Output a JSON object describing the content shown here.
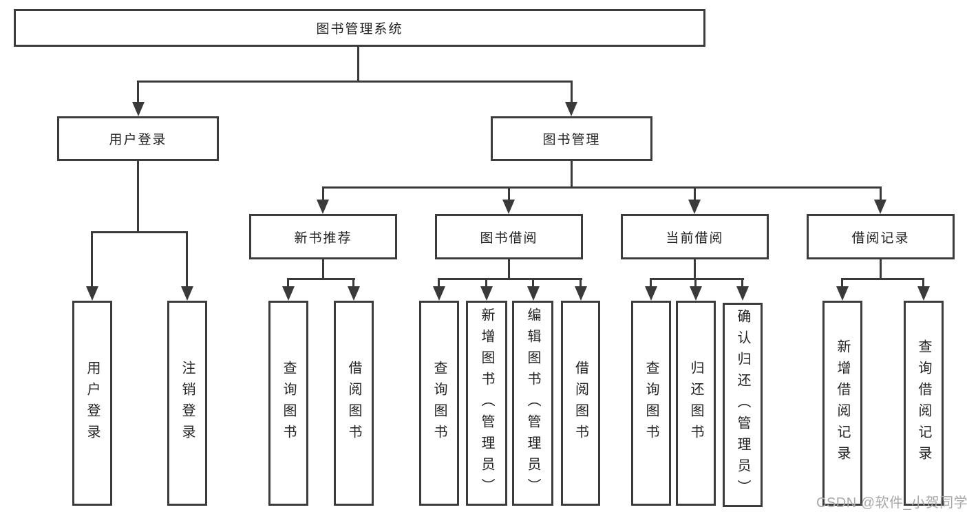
{
  "diagram_title": "图书管理系统",
  "nodes": {
    "root": "图书管理系统",
    "userLogin": "用户登录",
    "bookManagement": "图书管理",
    "newBookRecommend": "新书推荐",
    "bookBorrow": "图书借阅",
    "currentBorrow": "当前借阅",
    "borrowRecords": "借阅记录",
    "leafUserLogin": "用户登录",
    "leafLogout": "注销登录",
    "leafQueryBooks1": "查询图书",
    "leafBorrowBooks1": "借阅图书",
    "leafQueryBooks2": "查询图书",
    "leafAddBooksAdmin": "新增图书（管理员）",
    "leafEditBooksAdmin": "编辑图书（管理员）",
    "leafBorrowBooks2": "借阅图书",
    "leafQueryBooks3": "查询图书",
    "leafReturnBooks": "归还图书",
    "leafConfirmReturnAdmin": "确认归还（管理员）",
    "leafAddBorrowRecord": "新增借阅记录",
    "leafQueryBorrowRecord": "查询借阅记录"
  },
  "hierarchy": {
    "图书管理系统": {
      "用户登录": [
        "用户登录",
        "注销登录"
      ],
      "图书管理": {
        "新书推荐": [
          "查询图书",
          "借阅图书"
        ],
        "图书借阅": [
          "查询图书",
          "新增图书（管理员）",
          "编辑图书（管理员）",
          "借阅图书"
        ],
        "当前借阅": [
          "查询图书",
          "归还图书",
          "确认归还（管理员）"
        ],
        "借阅记录": [
          "新增借阅记录",
          "查询借阅记录"
        ]
      }
    }
  },
  "watermark": "CSDN @软件_小贺同学",
  "colors": {
    "line": "#3a3a3a",
    "border": "#3c3c3c",
    "text": "#222222",
    "watermark": "#a8a8a8",
    "background": "#ffffff"
  }
}
